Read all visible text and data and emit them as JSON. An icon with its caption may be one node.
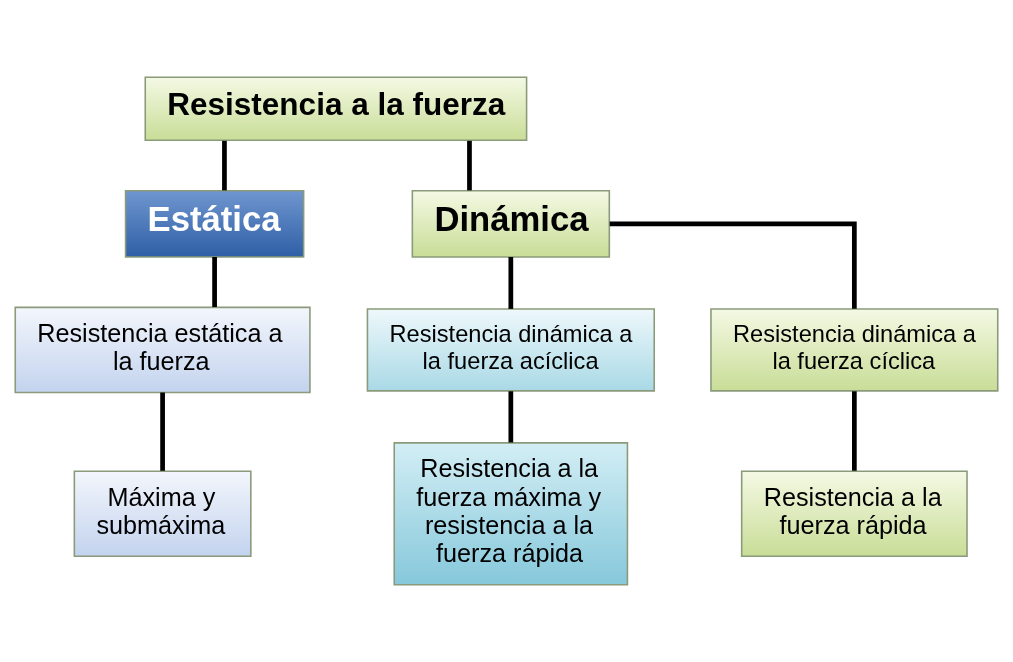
{
  "diagram": {
    "nodes": [
      {
        "text": [
          "Resistencia a la fuerza"
        ]
      },
      {
        "text": [
          "Estática"
        ]
      },
      {
        "text": [
          "Dinámica"
        ]
      },
      {
        "text": [
          "Resistencia estática a la fuerza"
        ]
      },
      {
        "text": [
          "Máxima y submáxima"
        ]
      },
      {
        "text": [
          "Resistencia dinámica a la fuerza acíclica"
        ]
      },
      {
        "text": [
          "Resistencia dinámica a la fuerza cíclica"
        ]
      },
      {
        "text": [
          "Resistencia a la fuerza máxima y resistencia a la fuerza rápida"
        ]
      },
      {
        "text": [
          "Resistencia a la fuerza rápida"
        ]
      }
    ],
    "edges": [
      {
        "from": 0,
        "to": 1,
        "arrow": "none"
      },
      {
        "from": 0,
        "to": 2,
        "arrow": "none"
      },
      {
        "from": 1,
        "to": 3,
        "arrow": "none"
      },
      {
        "from": 3,
        "to": 4,
        "arrow": "none"
      },
      {
        "from": 2,
        "to": 5,
        "arrow": "none"
      },
      {
        "from": 2,
        "to": 6,
        "arrow": "none"
      },
      {
        "from": 5,
        "to": 7,
        "arrow": "none"
      },
      {
        "from": 6,
        "to": 8,
        "arrow": "none"
      }
    ]
  }
}
